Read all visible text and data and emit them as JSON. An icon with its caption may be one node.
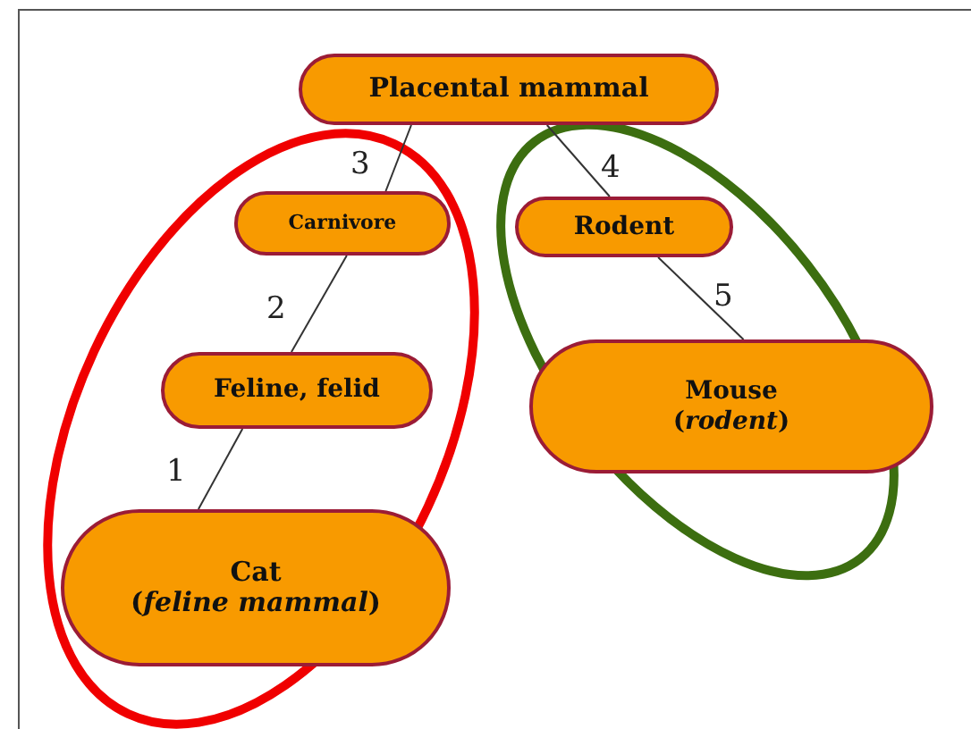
{
  "diagram": {
    "nodes": [
      {
        "text": [
          "Placental mammal"
        ]
      },
      {
        "text": [
          "Carnivore"
        ]
      },
      {
        "text": [
          "Rodent"
        ]
      },
      {
        "text": [
          "Feline, felid"
        ]
      },
      {
        "text": [
          "Mouse",
          "(*rodent*)"
        ]
      },
      {
        "text": [
          "Cat",
          "(*feline mammal*)"
        ]
      }
    ],
    "edges": [
      {
        "from": 0,
        "to": 1,
        "arrow": "none",
        "label": "3"
      },
      {
        "from": 0,
        "to": 2,
        "arrow": "none",
        "label": "4"
      },
      {
        "from": 1,
        "to": 3,
        "arrow": "none",
        "label": "2"
      },
      {
        "from": 2,
        "to": 4,
        "arrow": "none",
        "label": "5"
      },
      {
        "from": 3,
        "to": 5,
        "arrow": "none",
        "label": "1"
      }
    ]
  }
}
